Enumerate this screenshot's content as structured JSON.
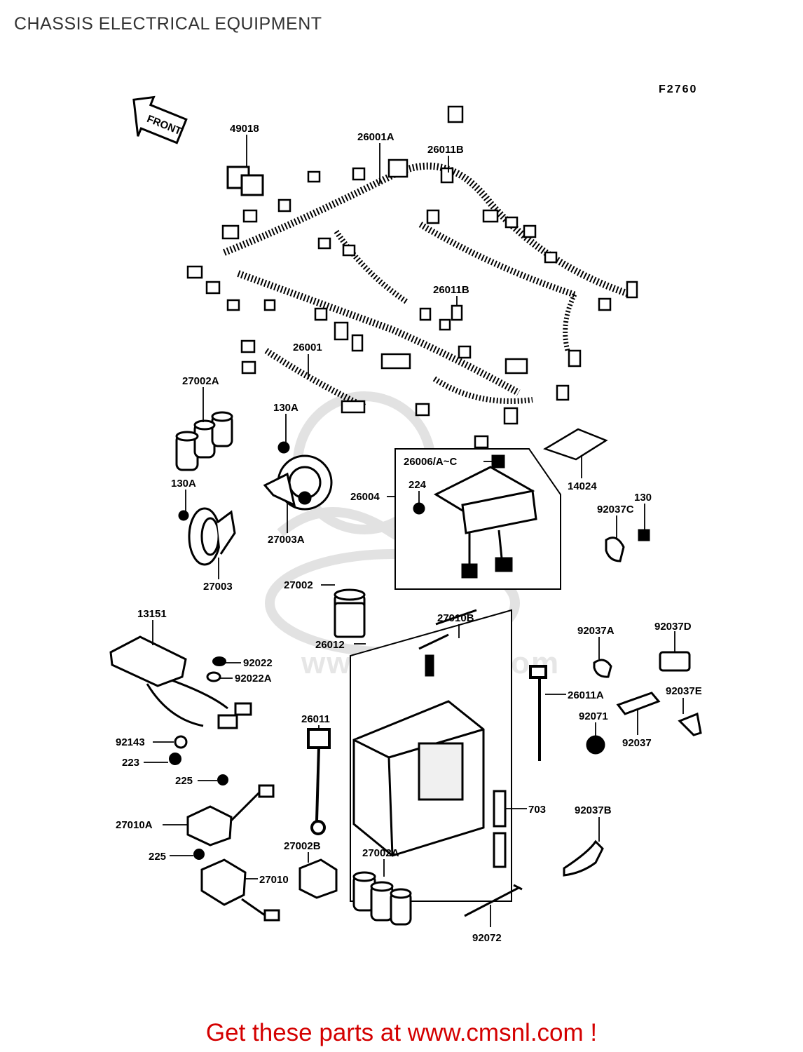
{
  "title": "CHASSIS ELECTRICAL EQUIPMENT",
  "figure_code": "F2760",
  "front_label": "FRONT",
  "watermark": "www.cmsnl.com",
  "footer": "Get these parts at www.cmsnl.com !",
  "parts": [
    "49018",
    "26001A",
    "26011B",
    "26011B",
    "26001",
    "27002A",
    "130A",
    "130A",
    "26006/A~C",
    "224",
    "26004",
    "14024",
    "130",
    "92037C",
    "27003A",
    "27003",
    "27002",
    "13151",
    "27010B",
    "26012",
    "92037A",
    "92037D",
    "92022",
    "92022A",
    "26011A",
    "92037E",
    "26011",
    "92071",
    "92037",
    "92143",
    "223",
    "225",
    "27010A",
    "703",
    "92037B",
    "27002B",
    "27002A",
    "225",
    "27010",
    "92072"
  ]
}
